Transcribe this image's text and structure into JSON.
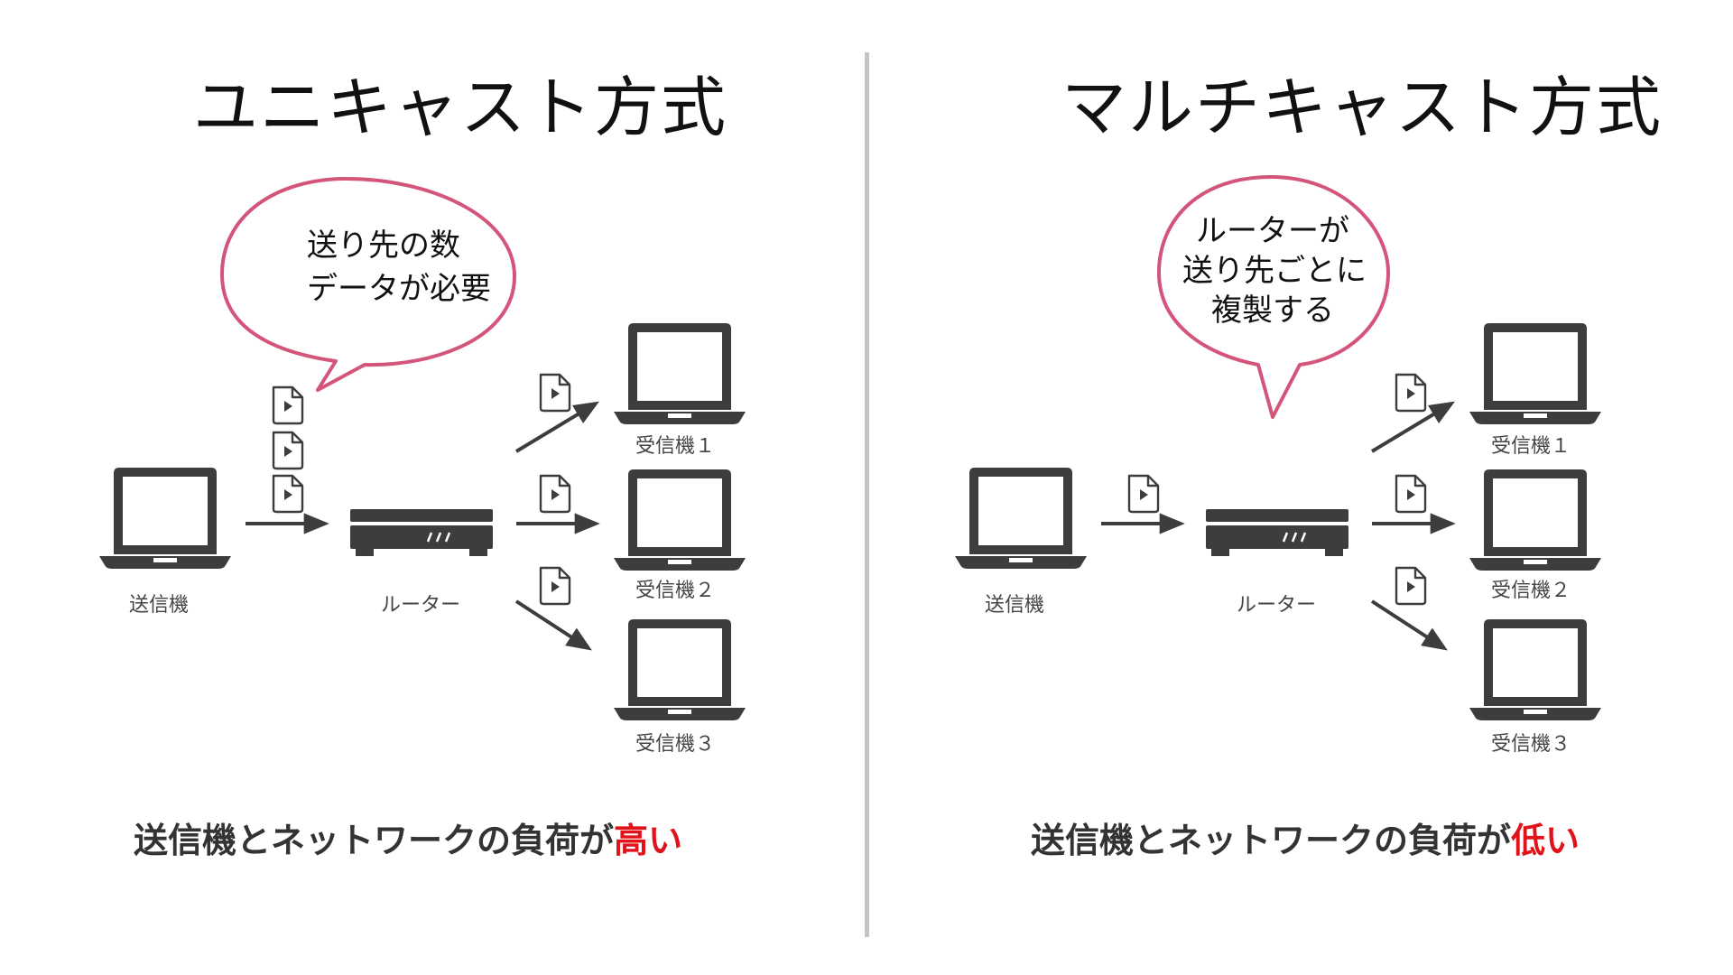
{
  "colors": {
    "device": "#3d3d3d",
    "bubble_border": "#d3567a",
    "divider": "#c4c4c4",
    "highlight": "#e0121a"
  },
  "unicast": {
    "title": "ユニキャスト方式",
    "bubble_lines": [
      "送り先の数",
      "データが必要"
    ],
    "sender_label": "送信機",
    "router_label": "ルーター",
    "receivers": [
      "受信機１",
      "受信機２",
      "受信機３"
    ],
    "summary_prefix": "送信機とネットワークの負荷が",
    "summary_highlight": "高い"
  },
  "multicast": {
    "title": "マルチキャスト方式",
    "bubble_lines": [
      "ルーターが",
      "送り先ごとに",
      "複製する"
    ],
    "sender_label": "送信機",
    "router_label": "ルーター",
    "receivers": [
      "受信機１",
      "受信機２",
      "受信機３"
    ],
    "summary_prefix": "送信機とネットワークの負荷が",
    "summary_highlight": "低い"
  },
  "icons": {
    "device": "laptop-icon",
    "router": "router-icon",
    "packet": "data-file-icon",
    "arrow": "arrow-icon"
  }
}
